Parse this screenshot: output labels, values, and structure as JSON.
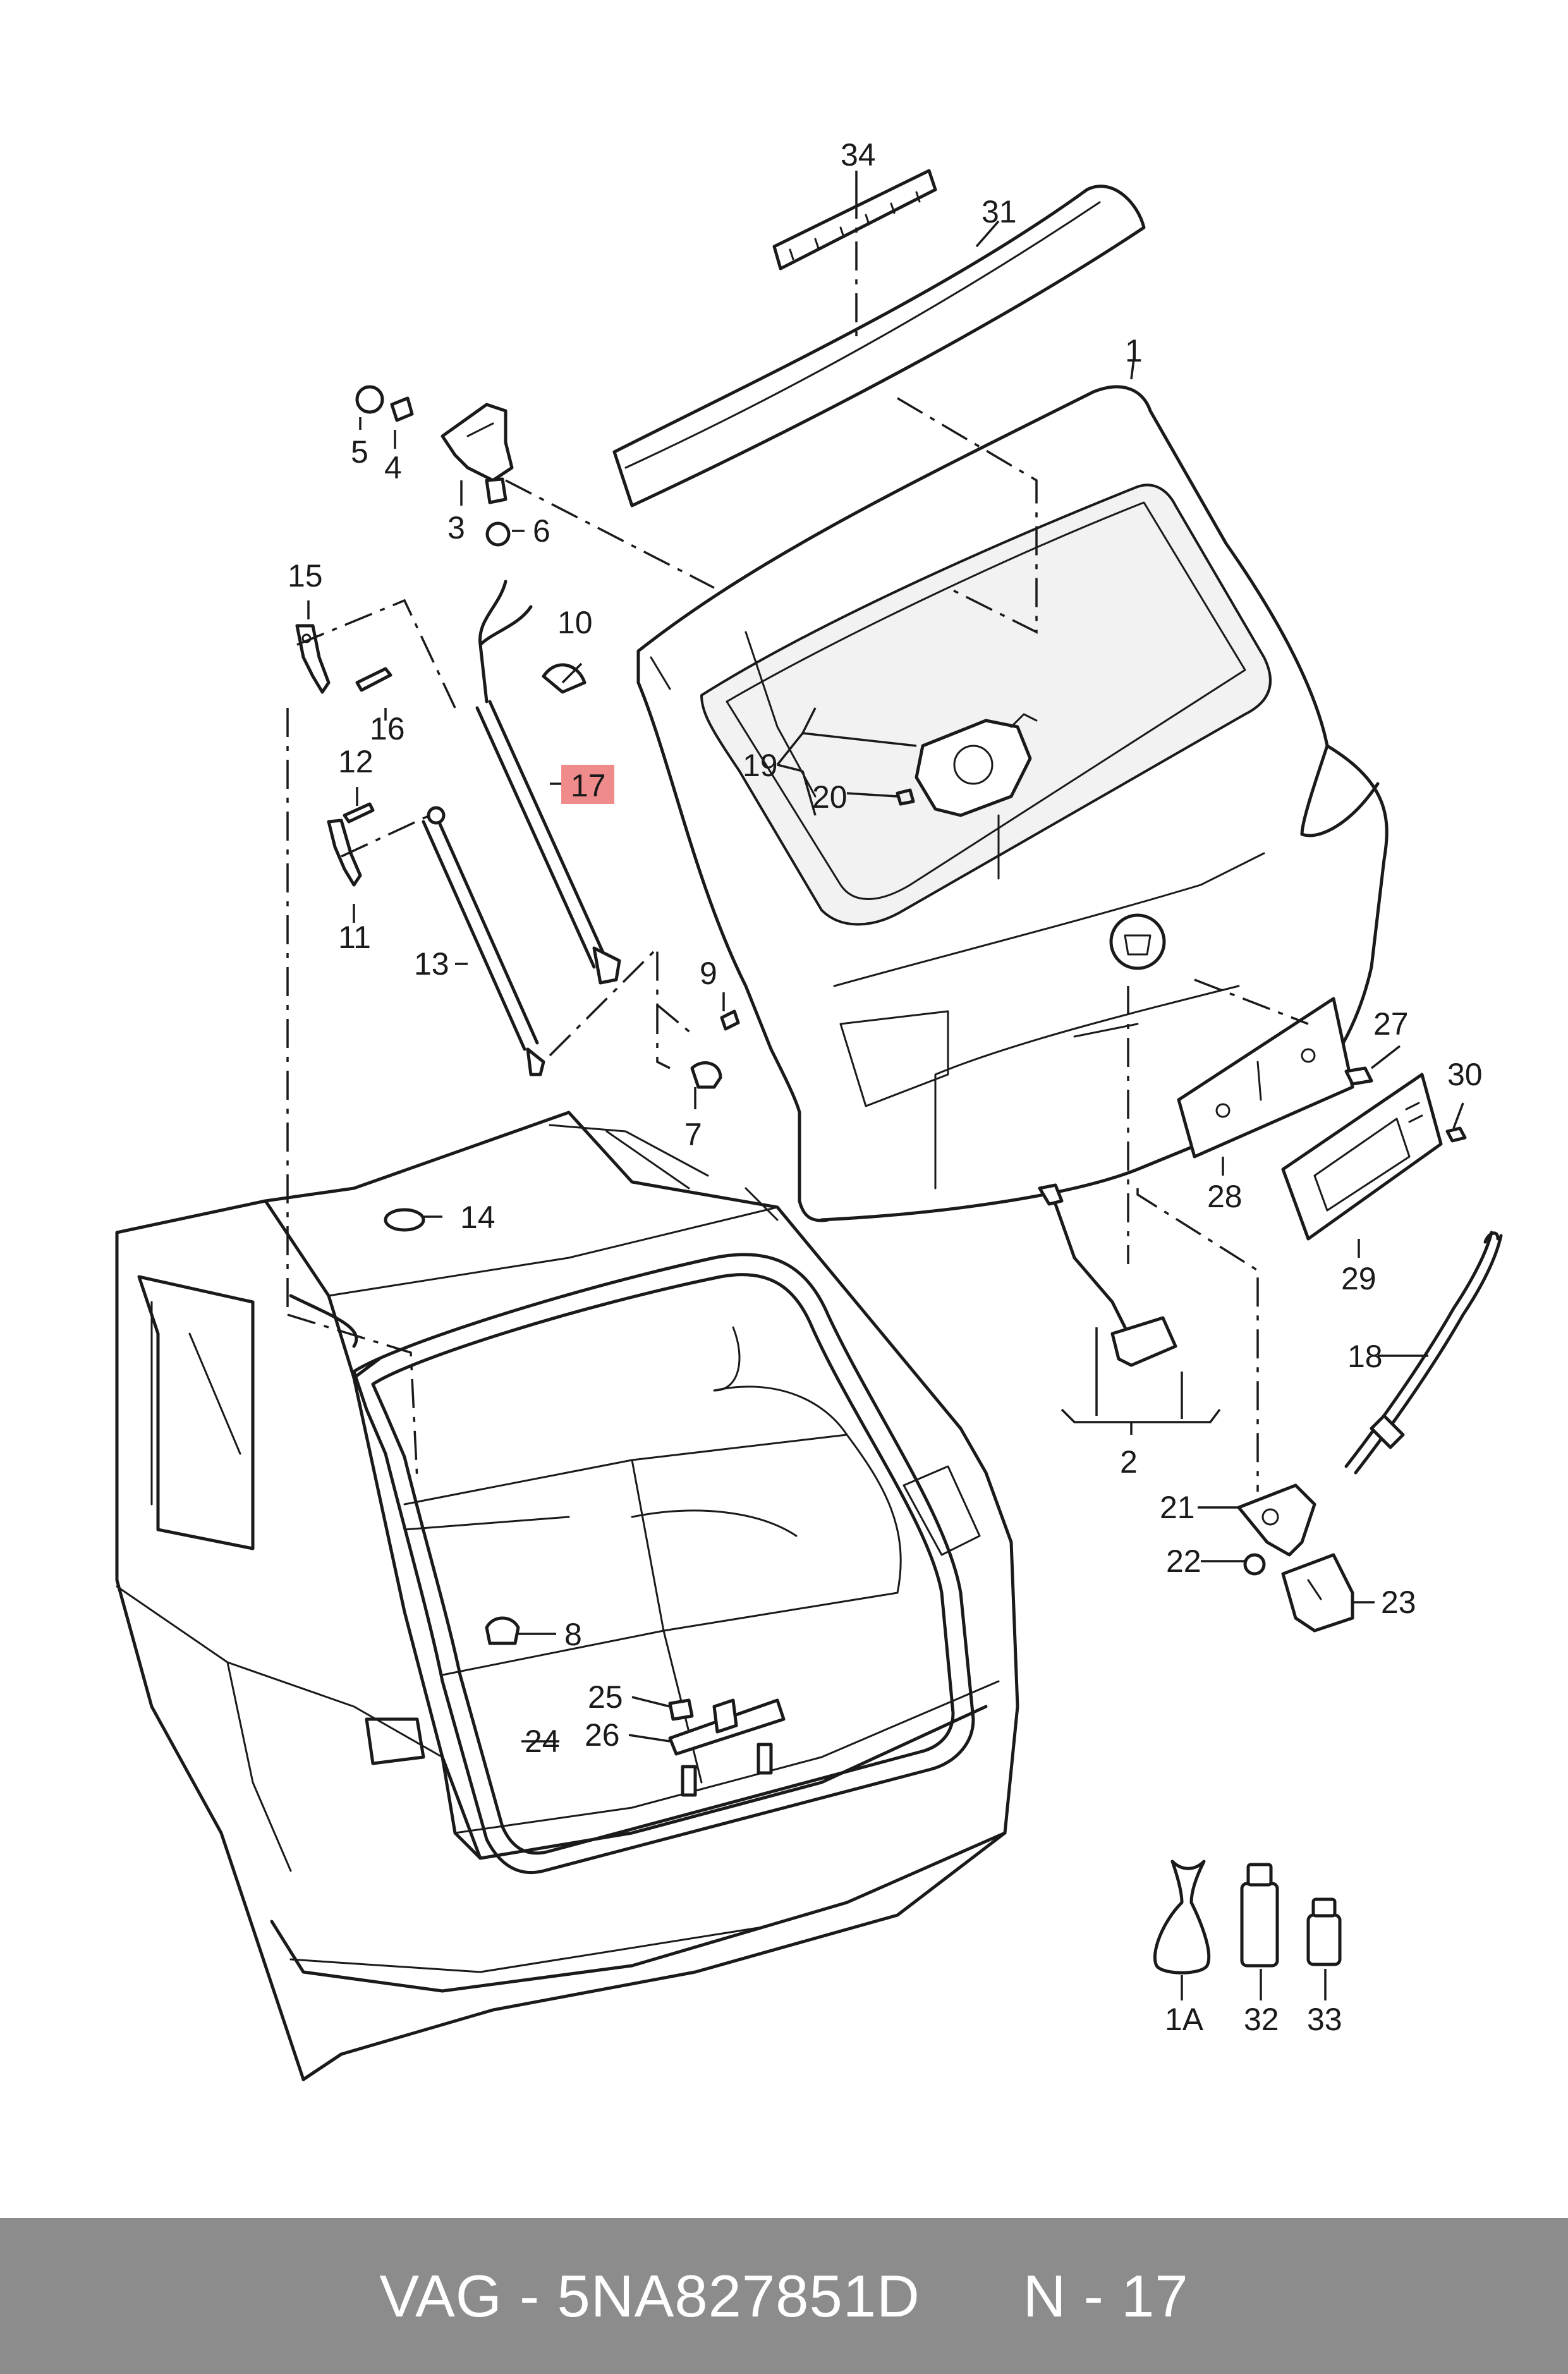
{
  "diagram": {
    "highlight_color": "#f08b8b",
    "callouts": {
      "c34": "34",
      "c31": "31",
      "c1": "1",
      "c5": "5",
      "c4": "4",
      "c3": "3",
      "c6": "6",
      "c15": "15",
      "c10": "10",
      "c16": "16",
      "c19": "19",
      "c20": "20",
      "c17": "17",
      "c12": "12",
      "c11": "11",
      "c13": "13",
      "c9": "9",
      "c7": "7",
      "c14": "14",
      "c27": "27",
      "c30": "30",
      "c28": "28",
      "c29": "29",
      "c18": "18",
      "c2": "2",
      "c21": "21",
      "c22": "22",
      "c23": "23",
      "c8": "8",
      "c25": "25",
      "c26": "26",
      "c24": "24",
      "c1A": "1A",
      "c32": "32",
      "c33": "33"
    }
  },
  "footer": {
    "brand": "VAG",
    "separator": "-",
    "part_number": "5NA827851D",
    "position_label": "N",
    "position_separator": "-",
    "position_number": "17"
  }
}
